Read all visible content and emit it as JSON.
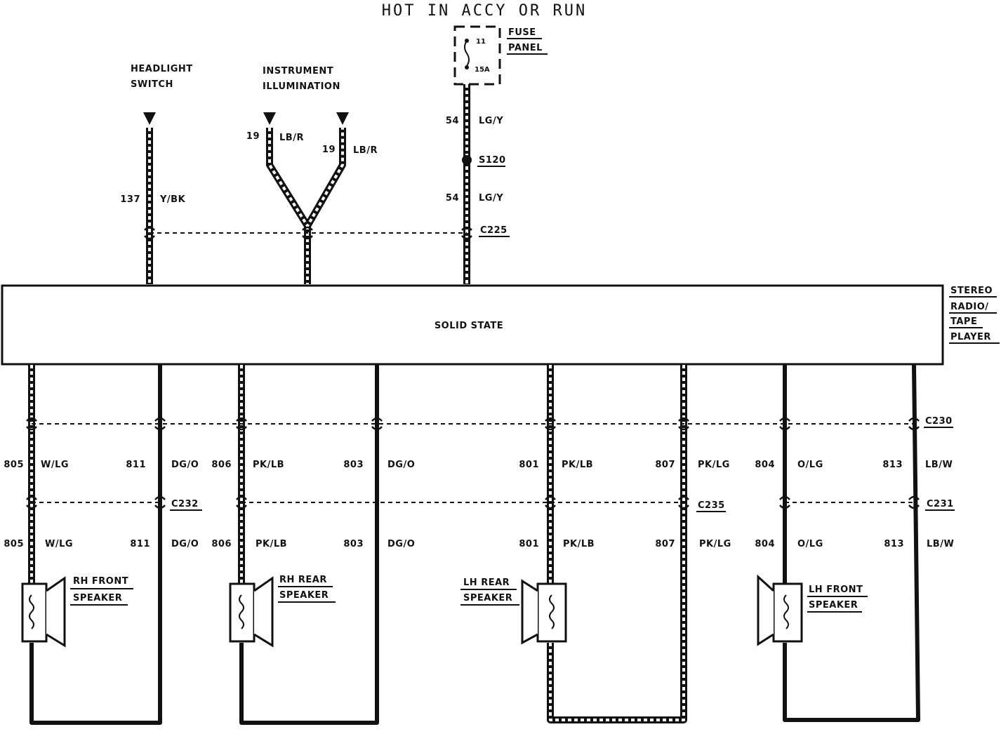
{
  "title": "HOT IN ACCY OR RUN",
  "fuse_panel": {
    "label_line1": "FUSE",
    "label_line2": "PANEL",
    "fuse_number": "11",
    "fuse_rating": "15A"
  },
  "headlight_switch": {
    "line1": "HEADLIGHT",
    "line2": "SWITCH",
    "circuit": "137",
    "color": "Y/BK"
  },
  "instrument_illumination": {
    "line1": "INSTRUMENT",
    "line2": "ILLUMINATION",
    "left_circuit": "19",
    "left_color": "LB/R",
    "right_circuit": "19",
    "right_color": "LB/R"
  },
  "feed": {
    "upper_circuit": "54",
    "upper_color": "LG/Y",
    "splice": "S120",
    "lower_circuit": "54",
    "lower_color": "LG/Y"
  },
  "connectors": {
    "c225": "C225",
    "c230": "C230",
    "c231": "C231",
    "c232": "C232",
    "c235": "C235"
  },
  "radio": {
    "inner_label": "SOLID STATE",
    "side_line1": "STEREO",
    "side_line2": "RADIO/",
    "side_line3": "TAPE",
    "side_line4": "PLAYER"
  },
  "speaker_wires": [
    {
      "circuit": "805",
      "color": "W/LG"
    },
    {
      "circuit": "811",
      "color": "DG/O"
    },
    {
      "circuit": "806",
      "color": "PK/LB"
    },
    {
      "circuit": "803",
      "color": "DG/O"
    },
    {
      "circuit": "801",
      "color": "PK/LB"
    },
    {
      "circuit": "807",
      "color": "PK/LG"
    },
    {
      "circuit": "804",
      "color": "O/LG"
    },
    {
      "circuit": "813",
      "color": "LB/W"
    }
  ],
  "speakers": {
    "rh_front": {
      "line1": "RH FRONT",
      "line2": "SPEAKER"
    },
    "rh_rear": {
      "line1": "RH REAR",
      "line2": "SPEAKER"
    },
    "lh_rear": {
      "line1": "LH REAR",
      "line2": "SPEAKER"
    },
    "lh_front": {
      "line1": "LH FRONT",
      "line2": "SPEAKER"
    }
  }
}
